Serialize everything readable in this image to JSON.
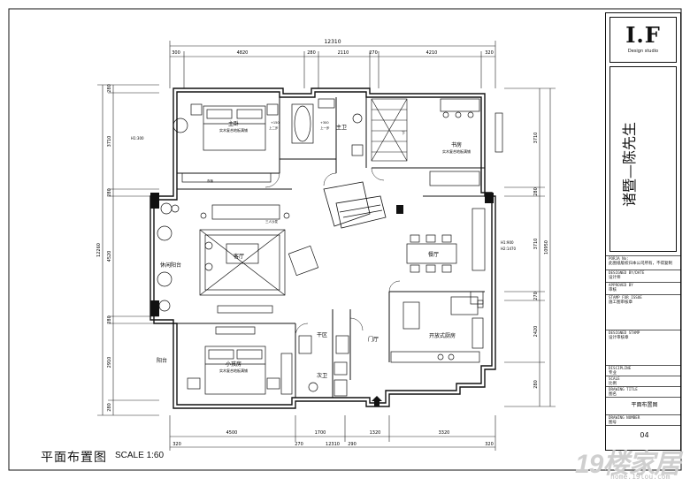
{
  "dimensions": {
    "total_top": "12310",
    "top": [
      "300",
      "4820",
      "280",
      "2110",
      "270",
      "4210",
      "320"
    ],
    "total_bottom": "12310",
    "bottom": [
      "4500",
      "1700",
      "1320",
      "3320"
    ],
    "bottom_inner": [
      "320",
      "270",
      "290",
      "320"
    ],
    "total_left": "12260",
    "left": [
      "280",
      "3710",
      "280",
      "4520",
      "280",
      "2910",
      "280"
    ],
    "total_right": "10950",
    "right": [
      "3710",
      "280",
      "3710",
      "270",
      "2420",
      "280"
    ]
  },
  "rooms": {
    "master_bedroom": "主卧",
    "master_bedroom_note": "实木复合地板满铺",
    "master_bath": "主卫",
    "study": "书房",
    "study_note": "实木复合地板满铺",
    "living_room": "客厅",
    "dining_room": "餐厅",
    "leisure_balcony": "休闲阳台",
    "kids_room": "小孩房",
    "kids_room_note": "实木复合地板满铺",
    "balcony": "阳台",
    "dry_area": "干区",
    "foyer": "门厅",
    "guest_bath": "次卫",
    "open_kitchen": "开放式厨房"
  },
  "annotations": {
    "window_height_left": "H1:300",
    "window_height_right": "H1:900",
    "window_height_right2": "H2:1470",
    "wardrobe": "衣柜",
    "sofa": "三人沙发",
    "down": "下",
    "up1": "上一步",
    "up2": "上二步",
    "elevation1": "+150",
    "elevation2": "+300"
  },
  "title_block": {
    "logo": "I.F",
    "logo_sub": "Design studio",
    "client": "诸暨—陈先生",
    "rows": [
      {
        "label": "PORJA No:",
        "value": "此图纸版权归本公司所有，不得复制"
      },
      {
        "label": "DESIGNED BY/DATE",
        "value": "设计师"
      },
      {
        "label": "APPROVED BY",
        "value": "审核"
      },
      {
        "label": "STAMP FOR ISSUE",
        "value": "施工图审核章"
      },
      {
        "label": "DESIGNED STAMP",
        "value": "设计审核章"
      },
      {
        "label": "DISCIPLINE",
        "value": "专业"
      },
      {
        "label": "SCALE",
        "value": "比例"
      },
      {
        "label": "DRAWING TITLE",
        "value": "图名"
      },
      {
        "label": "",
        "value": "平面布置图"
      },
      {
        "label": "DRAWING NUMBER",
        "value": "图号"
      },
      {
        "label": "",
        "value": "04"
      }
    ]
  },
  "sheet": {
    "title": "平面布置图",
    "scale": "SCALE 1:60"
  },
  "watermark": {
    "text": "19楼家居",
    "url": "home.19lou.com"
  }
}
